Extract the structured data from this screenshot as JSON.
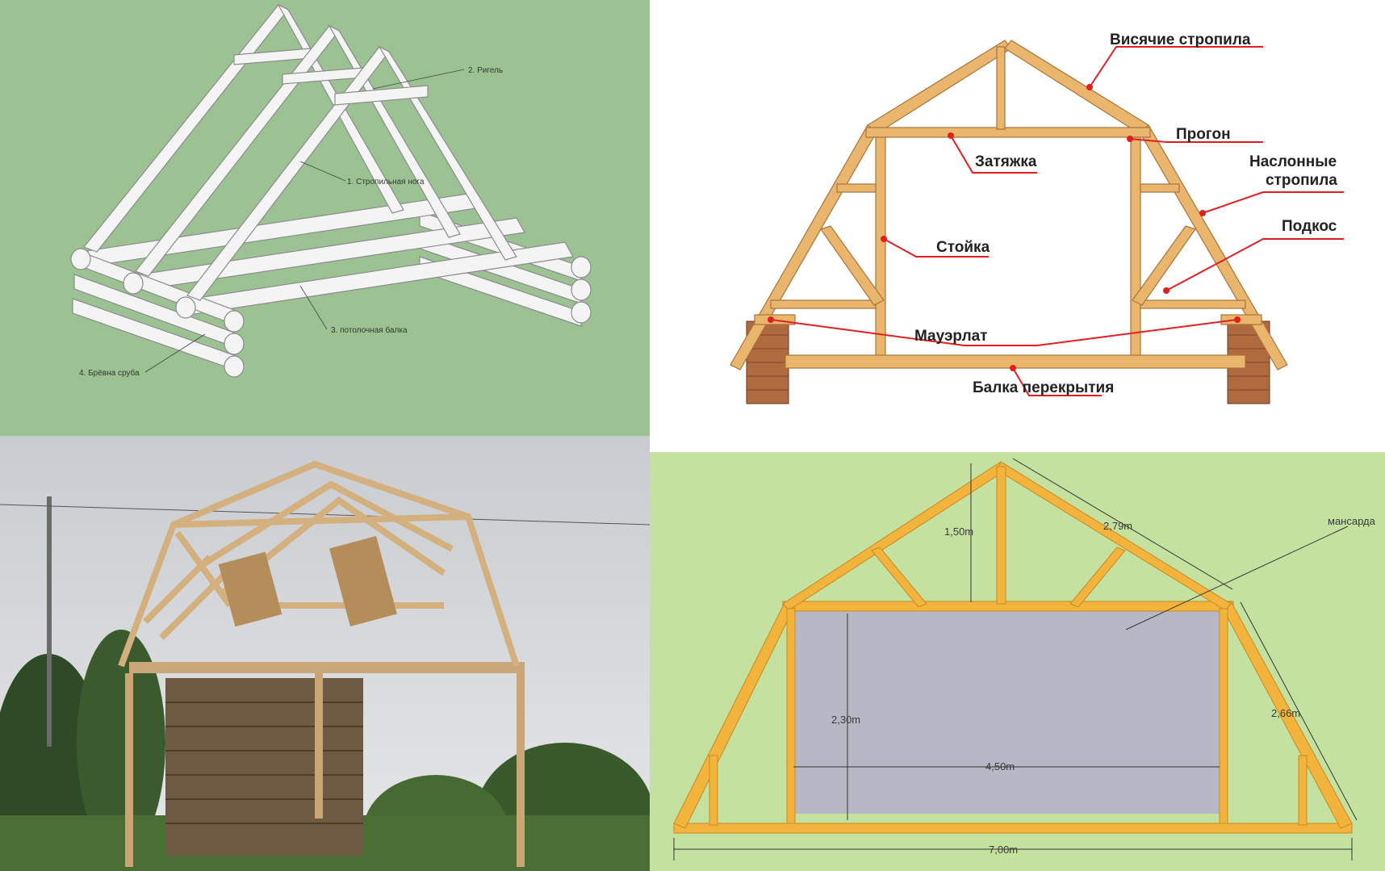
{
  "top_left": {
    "labels": {
      "rafter_leg": "1. Стропильная нога",
      "crossbar": "2. Ригель",
      "ceiling_beam": "3. потолочная балка",
      "frame_logs": "4. Брёвна сруба"
    },
    "colors": {
      "background": "#9cc192",
      "logs": "#f4f4f4"
    }
  },
  "top_right": {
    "labels": {
      "hanging_rafters": "Висячие стропила",
      "purlin": "Прогон",
      "layered_rafters_1": "Наслонные",
      "layered_rafters_2": "стропила",
      "strut": "Подкос",
      "tie": "Затяжка",
      "post": "Стойка",
      "mauerlat": "Мауэрлат",
      "floor_beam": "Балка перекрытия"
    },
    "colors": {
      "wood": "#eab66d",
      "leader": "#e02020",
      "brick": "#a8643c"
    }
  },
  "bottom_right": {
    "labels": {
      "attic": "мансарда",
      "height_top": "1,50m",
      "rafter_top_len": "2,79m",
      "room_height": "2,30m",
      "rafter_side_len": "2,66m",
      "room_width": "4,50m",
      "total_width": "7,00m"
    },
    "colors": {
      "background": "#c4e19f",
      "wood": "#f2b43c",
      "room": "#b6b8c6"
    }
  }
}
